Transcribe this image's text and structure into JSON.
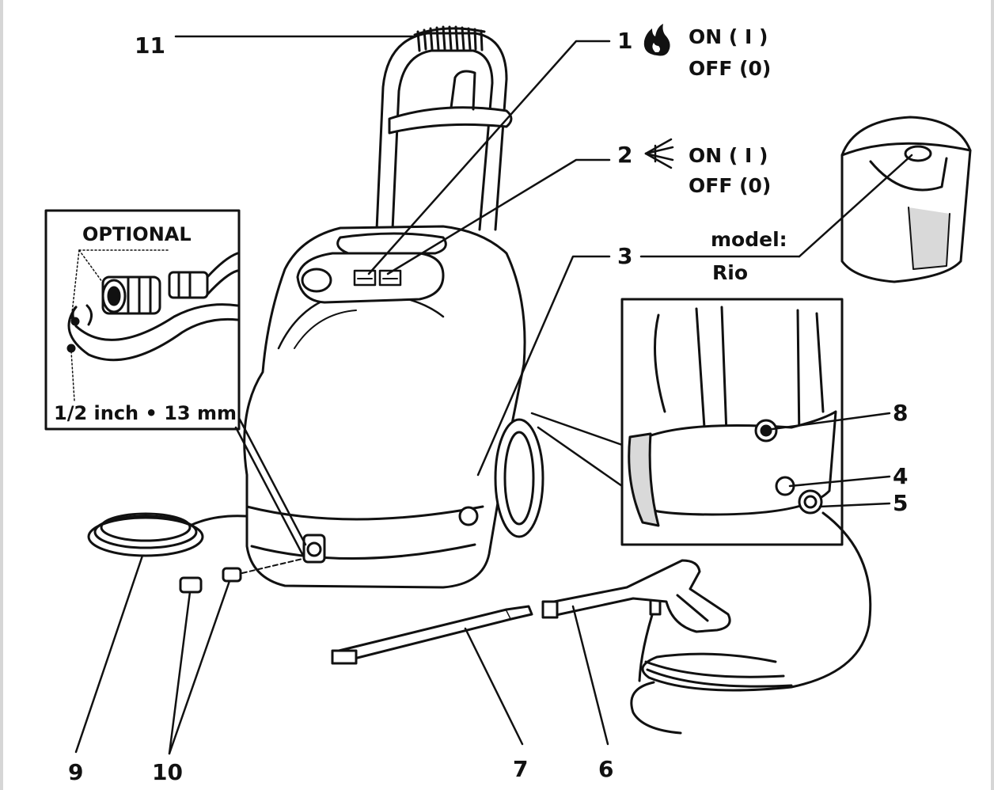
{
  "callouts": {
    "n1": "1",
    "n2": "2",
    "n3": "3",
    "n4": "4",
    "n5": "5",
    "n6": "6",
    "n7": "7",
    "n8": "8",
    "n9": "9",
    "n10": "10",
    "n11": "11"
  },
  "switch_burner": {
    "on": "ON  ( I )",
    "off": "OFF (0)"
  },
  "switch_pump": {
    "on": "ON  ( I )",
    "off": "OFF (0)"
  },
  "model": {
    "label": "model:",
    "name": "Rio"
  },
  "optional_box": {
    "title": "OPTIONAL",
    "size": "1/2 inch • 13 mm"
  },
  "icons": {
    "burner": "flame-icon",
    "pump": "pump-motor-icon"
  },
  "colors": {
    "line": "#111111",
    "fill": "#ffffff",
    "shade": "#d9d9d9"
  }
}
